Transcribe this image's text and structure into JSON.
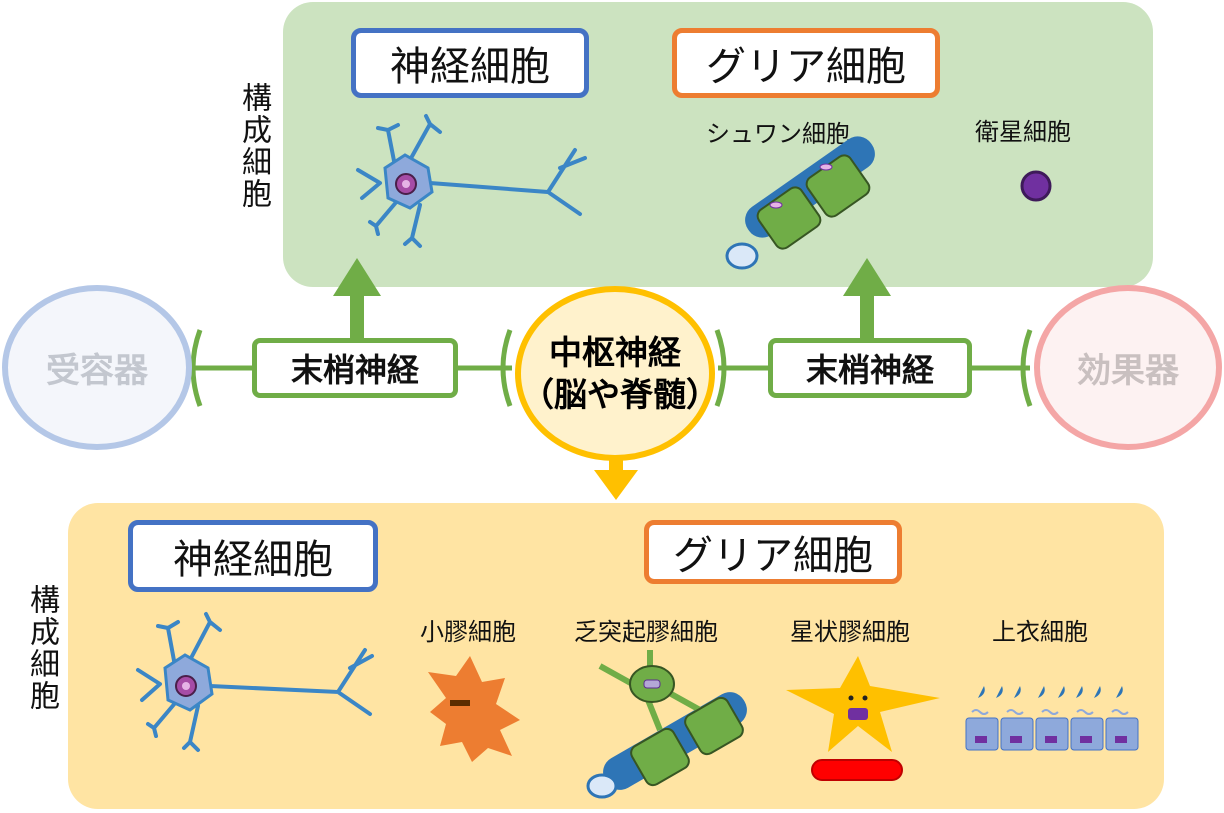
{
  "top_panel": {
    "side_label": "構成細胞",
    "neuron_box": "神経細胞",
    "glia_box": "グリア細胞",
    "schwann_label": "シュワン細胞",
    "satellite_label": "衛星細胞"
  },
  "middle": {
    "receptor": "受容器",
    "left_nerve": "末梢神経",
    "cns_line1": "中枢神経",
    "cns_line2": "（脳や脊髄）",
    "right_nerve": "末梢神経",
    "effector": "効果器"
  },
  "bottom_panel": {
    "side_label": "構成細胞",
    "neuron_box": "神経細胞",
    "glia_box": "グリア細胞",
    "microglia_label": "小膠細胞",
    "oligodendrocyte_label": "乏突起膠細胞",
    "astrocyte_label": "星状膠細胞",
    "ependymal_label": "上衣細胞"
  },
  "colors": {
    "top_panel": "#cce3c0",
    "bottom_panel": "#ffe4a3",
    "neuron_border": "#4472c4",
    "glia_border": "#ed7d31",
    "nerve_green": "#70ad47",
    "cns_yellow": "#ffc000",
    "receptor_blue": "#b4c7e7",
    "effector_red": "#f4a6a6"
  },
  "icons": [
    "neuron-icon",
    "schwann-cell-icon",
    "satellite-cell-icon",
    "microglia-icon",
    "oligodendrocyte-icon",
    "astrocyte-icon",
    "ependymal-cell-icon",
    "arrow-up-icon",
    "arrow-down-icon"
  ]
}
